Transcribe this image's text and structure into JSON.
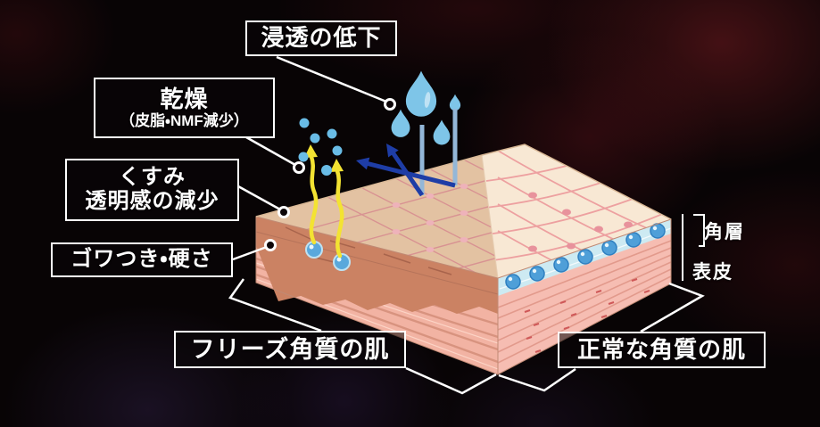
{
  "callouts": {
    "penetration": {
      "label": "浸透の低下"
    },
    "dryness": {
      "line1": "乾燥",
      "line2": "（皮脂・NMF減少）"
    },
    "dullness": {
      "line1": "くすみ",
      "line2": "透明感の減少"
    },
    "stiffness": {
      "label": "ゴワつき・硬さ"
    }
  },
  "skin_types": {
    "freeze": {
      "label": "フリーズ角質の肌"
    },
    "normal": {
      "label": "正常な角質の肌"
    }
  },
  "layers": {
    "stratum_corneum": {
      "label": "角層"
    },
    "epidermis": {
      "label": "表皮"
    }
  },
  "icons": {
    "water_drop": "water-drop-icon",
    "reflect_arrow": "reflect-arrow-icon",
    "evaporation_arrow": "evaporation-arrow-icon",
    "moisture_dot": "moisture-dot-icon"
  },
  "colors": {
    "background": "#080405",
    "label_border": "#ffffff",
    "label_text": "#ffffff",
    "leader_line": "#ffffff",
    "water_blue": "#7ec5e8",
    "arrow_shaft_blue": "#93b7d8",
    "arrow_navy": "#1e3da6",
    "evaporation_yellow": "#f3e332",
    "dry_surface": "#e3c2a2",
    "normal_surface": "#f8e8d4",
    "dry_corneum": "#cb8263",
    "dermis_pink_left": "#f2b3a3",
    "dermis_pink_right": "#f6bdb2",
    "moisture_layer": "#cdeaf2",
    "moisture_dot_blue": "#4f9fd8",
    "mesh_pink": "#d89292",
    "mesh_pink_curved": "#eda0a0"
  }
}
